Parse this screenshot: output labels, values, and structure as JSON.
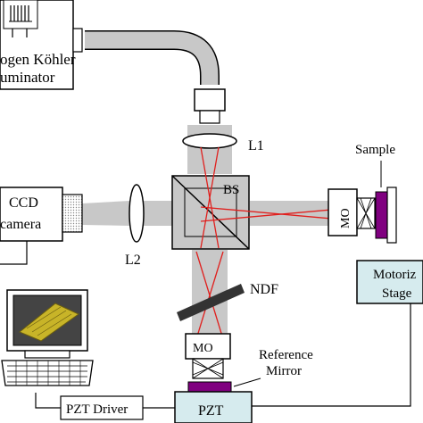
{
  "labels": {
    "illuminator_line1": "ogen Köhler",
    "illuminator_line2": "uminator",
    "lens_l1": "L1",
    "lens_l2": "L2",
    "beam_splitter": "BS",
    "ccd_line1": "CCD",
    "ccd_line2": "camera",
    "sample": "Sample",
    "mo_right": "MO",
    "mo_bottom": "MO",
    "ndf": "NDF",
    "stage_line1": "Motoriz",
    "stage_line2": "Stage",
    "reference_line1": "Reference",
    "reference_line2": "Mirror",
    "pzt": "PZT",
    "pzt_driver": "PZT Driver"
  },
  "colors": {
    "beam": "#c8c8c8",
    "ray": "#e0201e",
    "device_fill": "#d6ebee",
    "mirror": "#800080",
    "sample": "#800080",
    "ndf": "#333333",
    "screen": "#444444",
    "specimen": "#c8b428"
  },
  "icons": {
    "lamp": "lamp-filament-icon",
    "computer": "computer-workstation-icon"
  }
}
